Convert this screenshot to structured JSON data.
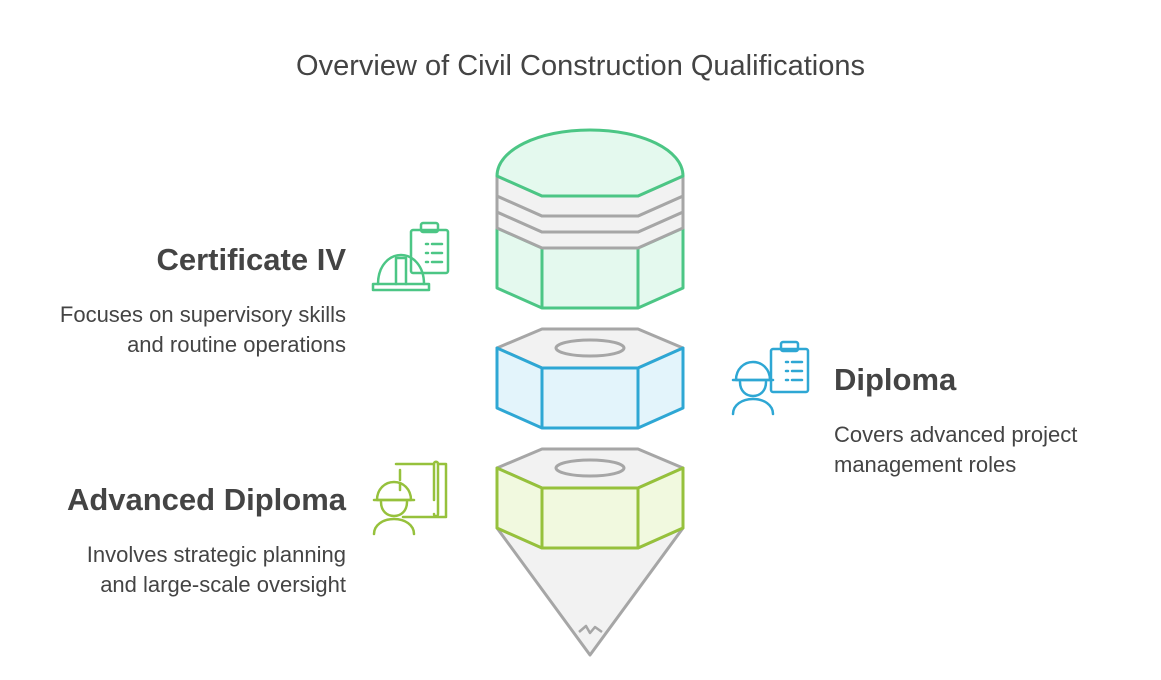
{
  "title": "Overview of Civil Construction Qualifications",
  "colors": {
    "green": "#4cc685",
    "green_fill": "#e4f9ee",
    "blue": "#2ea7d4",
    "blue_fill": "#e3f4fb",
    "lime": "#96c13c",
    "lime_fill": "#f1f9df",
    "gray": "#a6a6a6",
    "gray_fill": "#f2f2f2",
    "text": "#444444"
  },
  "items": [
    {
      "heading": "Certificate IV",
      "description": [
        "Focuses on supervisory skills",
        "and routine operations"
      ],
      "icon": "hard-hat-clipboard-icon"
    },
    {
      "heading": "Diploma",
      "description": [
        "Covers advanced project",
        "management roles"
      ],
      "icon": "worker-clipboard-icon"
    },
    {
      "heading": "Advanced Diploma",
      "description": [
        "Involves strategic planning",
        "and large-scale oversight"
      ],
      "icon": "worker-blueprint-icon"
    }
  ]
}
